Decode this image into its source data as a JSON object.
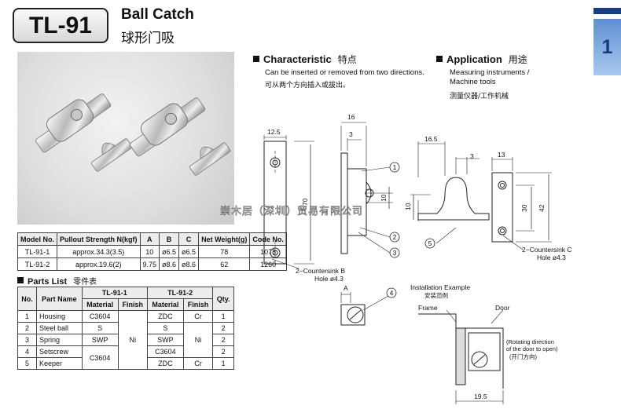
{
  "header": {
    "model": "TL-91",
    "title_en": "Ball Catch",
    "title_cn": "球形门吸",
    "page_number": "1"
  },
  "characteristic": {
    "heading": "Characteristic",
    "heading_cn": "特点",
    "text_en": "Can be inserted or removed from two directions.",
    "text_cn": "可从两个方向插入或拔出。"
  },
  "application": {
    "heading": "Application",
    "heading_cn": "用途",
    "text_en_1": "Measuring instruments /",
    "text_en_2": "Machine tools",
    "text_cn": "测量仪器/工作机械"
  },
  "spec_table": {
    "headers": [
      "Model No.",
      "Pullout Strength N(kgf)",
      "A",
      "B",
      "C",
      "Net Weight(g)",
      "Code No."
    ],
    "rows": [
      [
        "TL-91-1",
        "approx.34.3(3.5)",
        "10",
        "ø6.5",
        "ø6.5",
        "78",
        "1073"
      ],
      [
        "TL-91-2",
        "approx.19.6(2)",
        "9.75",
        "ø8.6",
        "ø8.6",
        "62",
        "1260"
      ]
    ]
  },
  "parts_list": {
    "heading": "Parts List",
    "heading_cn": "零件表",
    "h_no": "No.",
    "h_part": "Part Name",
    "h_v1": "TL-91-1",
    "h_v2": "TL-91-2",
    "h_qty": "Qty.",
    "h_mat": "Material",
    "h_fin": "Finish",
    "rows": [
      {
        "no": "1",
        "name": "Housing",
        "m1": "C3604",
        "m2": "ZDC",
        "f2": "Cr",
        "qty": "1"
      },
      {
        "no": "2",
        "name": "Steel ball",
        "m1": "S",
        "m2": "S",
        "qty": "2"
      },
      {
        "no": "3",
        "name": "Spring",
        "m1": "SWP",
        "m2": "SWP",
        "qty": "2"
      },
      {
        "no": "4",
        "name": "Setscrew",
        "m1": "C3604",
        "m2": "C3604",
        "qty": "2"
      },
      {
        "no": "5",
        "name": "Keeper",
        "m2": "ZDC",
        "f2": "Cr",
        "qty": "1"
      }
    ],
    "f1_merged": "Ni",
    "f2_merged": "Ni"
  },
  "drawing": {
    "d12_5": "12.5",
    "d16": "16",
    "d3": "3",
    "d70": "70",
    "d10": "10",
    "d16_5": "16.5",
    "d13": "13",
    "d30": "30",
    "d42": "42",
    "d19_5": "19.5",
    "countersink_b": "2−Countersink B",
    "hole_b": "Hole ø4.3",
    "countersink_c": "2−Countersink C",
    "hole_c": "Hole ø4.3",
    "label_a": "A",
    "callouts": [
      "1",
      "2",
      "3",
      "4",
      "5"
    ],
    "install_en": "Installation Example",
    "install_cn": "安装范例",
    "frame": "Frame",
    "door": "Door",
    "rotating_1": "(Rotating direction",
    "rotating_2": "of the door to open)",
    "rotating_cn": "(开门方向)"
  },
  "watermark": "崇木居（深圳）贸易有限公司",
  "colors": {
    "accent_dark": "#173e87",
    "accent_tab": "#7fa8e0"
  }
}
